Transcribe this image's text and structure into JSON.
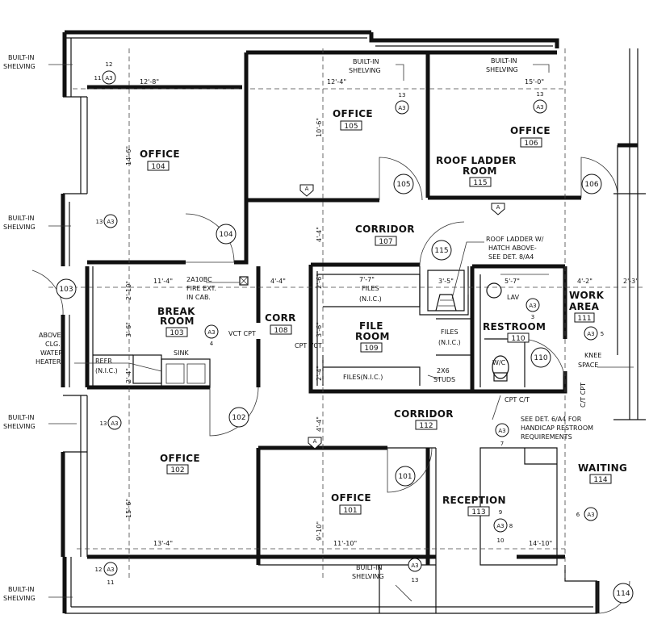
{
  "rooms": [
    {
      "id": "office-104",
      "name": "OFFICE",
      "number": "104"
    },
    {
      "id": "office-105",
      "name": "OFFICE",
      "number": "105"
    },
    {
      "id": "office-106",
      "name": "OFFICE",
      "number": "106"
    },
    {
      "id": "roof-ladder-115",
      "name": "ROOF LADDER ROOM",
      "line1": "ROOF LADDER",
      "line2": "ROOM",
      "number": "115"
    },
    {
      "id": "corridor-107",
      "name": "CORRIDOR",
      "number": "107"
    },
    {
      "id": "work-area-111",
      "line1": "WORK",
      "line2": "AREA",
      "number": "111"
    },
    {
      "id": "break-room-103",
      "line1": "BREAK",
      "line2": "ROOM",
      "number": "103"
    },
    {
      "id": "corr-108",
      "name": "CORR",
      "number": "108"
    },
    {
      "id": "file-room-109",
      "line1": "FILE",
      "line2": "ROOM",
      "number": "109"
    },
    {
      "id": "restroom-110",
      "name": "RESTROOM",
      "number": "110"
    },
    {
      "id": "corridor-112",
      "name": "CORRIDOR",
      "number": "112"
    },
    {
      "id": "office-102",
      "name": "OFFICE",
      "number": "102"
    },
    {
      "id": "office-101",
      "name": "OFFICE",
      "number": "101"
    },
    {
      "id": "reception-113",
      "name": "RECEPTION",
      "number": "113"
    },
    {
      "id": "waiting-114",
      "name": "WAITING",
      "number": "114"
    }
  ],
  "doors": [
    "104",
    "105",
    "106",
    "115",
    "103",
    "102",
    "101",
    "110",
    "114"
  ],
  "notes": {
    "builtin_1": "BUILT-IN",
    "builtin_2": "SHELVING",
    "roof_ladder_1": "ROOF LADDER W/",
    "roof_ladder_2": "HATCH ABOVE-",
    "roof_ladder_3": "SEE DET. 8/A4",
    "fire_1": "2A10BC",
    "fire_2": "FIRE EXT.",
    "fire_3": "IN CAB.",
    "water_1": "ABOVE",
    "water_2": "CLG.",
    "water_3": "WATER",
    "water_4": "HEATER",
    "refr_1": "REFR",
    "refr_2": "(N.I.C.)",
    "sink": "SINK",
    "files_top_1": "FILES",
    "files_top_2": "(N.I.C.)",
    "files_side_1": "FILES",
    "files_side_2": "(N.I.C.)",
    "files_bottom": "FILES(N.I.C.)",
    "studs_1": "2X6",
    "studs_2": "STUDS",
    "lav": "LAV",
    "wc": "W/C",
    "knee_1": "KNEE",
    "knee_2": "SPACE",
    "handicap_1": "SEE DET. 6/A4 FOR",
    "handicap_2": "HANDICAP RESTROOM",
    "handicap_3": "REQUIREMENTS",
    "vct_cpt": "VCT CPT",
    "cpt_vct": "CPT VCT",
    "cpt_ct": "CPT C/T",
    "ct_cpt": "C/T CPT"
  },
  "dimensions": {
    "d1": "12'-8\"",
    "d2": "12'-4\"",
    "d3": "15'-0\"",
    "d4": "14'-6\"",
    "d5": "10'-6\"",
    "d6": "4'-4\"",
    "d7": "11'-4\"",
    "d8": "4'-4\"",
    "d9": "7'-7\"",
    "d10": "3'-5\"",
    "d11": "5'-7\"",
    "d12": "4'-2\"",
    "d13": "2'-3\"",
    "d14": "2'-10\"",
    "d15": "2'-6\"",
    "d16": "3'-6\"",
    "d17": "3'-6\"",
    "d18": "2'-4\"",
    "d19": "2'-4\"",
    "d20": "4'-4\"",
    "d21": "15'-6\"",
    "d22": "13'-4\"",
    "d23": "9'-10\"",
    "d24": "11'-10\"",
    "d25": "14'-10\""
  },
  "markers": {
    "sheet": "A3",
    "grid": "A",
    "n12": "12",
    "n11": "11",
    "n13": "13",
    "n4": "4",
    "n3": "3",
    "n5": "5",
    "n7": "7",
    "n9": "9",
    "n8": "8",
    "n10": "10",
    "n6": "6"
  }
}
